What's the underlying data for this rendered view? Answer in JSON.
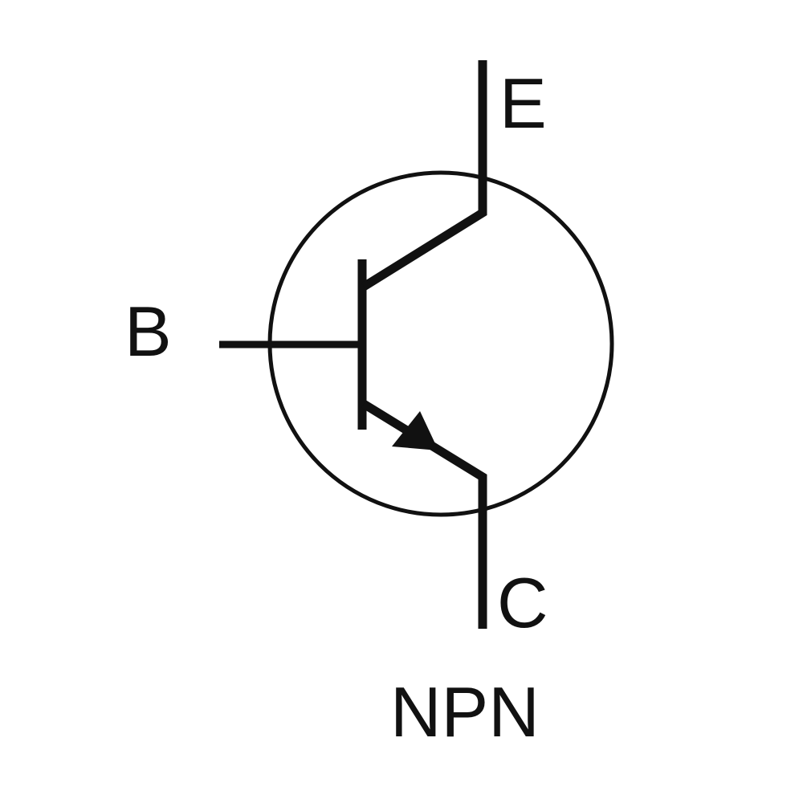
{
  "diagram": {
    "type": "bjt-transistor-symbol",
    "terminals": {
      "top": "E",
      "base": "B",
      "bottom": "C"
    },
    "caption": "NPN",
    "arrow_on": "lower-lead",
    "colors": {
      "stroke": "#111111",
      "background": "#ffffff"
    }
  }
}
